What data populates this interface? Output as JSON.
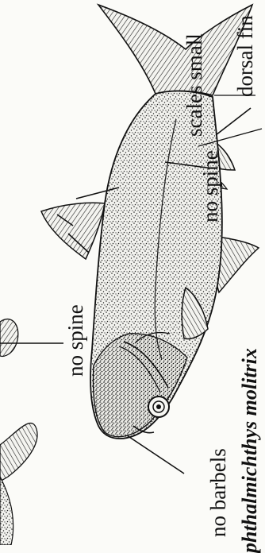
{
  "labels": {
    "dorsal_fin": "dorsal fin",
    "scales_small": "scales small",
    "no_spine_top": "no spine",
    "no_spine_left": "no spine",
    "no_barbels": "no barbels"
  },
  "species_name": "phthalmichthys molitrix",
  "colors": {
    "ink": "#111111",
    "paper": "#fbfbf8",
    "bleed_through": "#e3e3df"
  }
}
